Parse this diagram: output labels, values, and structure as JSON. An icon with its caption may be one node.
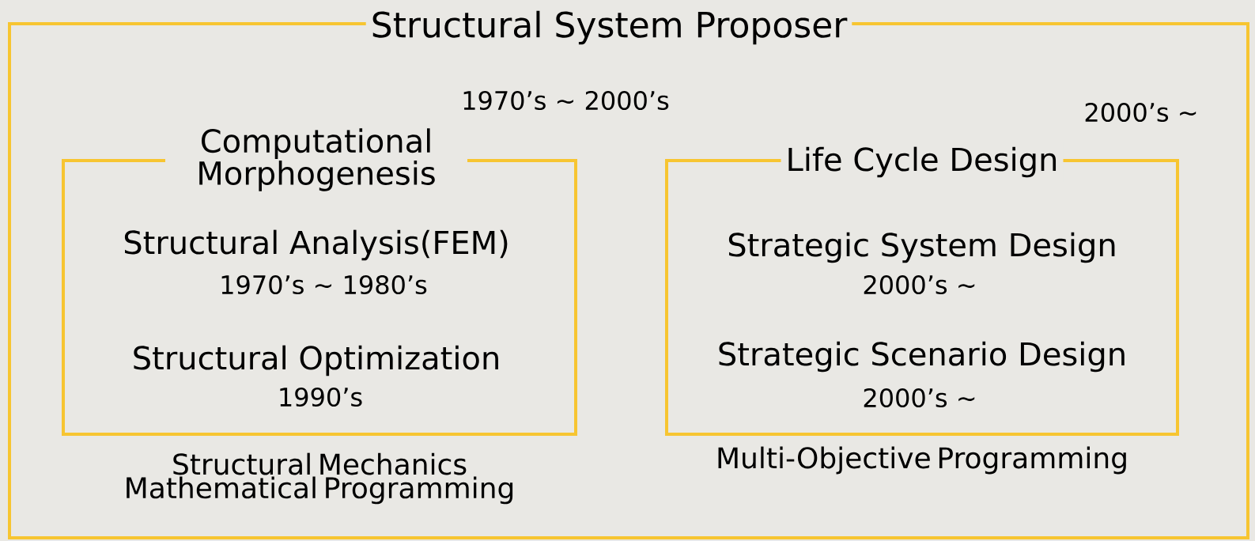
{
  "diagram": {
    "nodes": [
      {
        "text": [
          "Structural System Proposer"
        ]
      },
      {
        "text": [
          "Computational Morphogenesis",
          "Structural Analysis(FEM)",
          "1970’s ∼ 1980’s",
          "Structural Optimization",
          "1990’s"
        ],
        "in": 0,
        "beside": [
          "1970’s ∼ 2000’s",
          "Structural Mechanics Mathematical Programming"
        ]
      },
      {
        "text": [
          "Life Cycle Design",
          "Strategic System Design",
          "2000’s ∼",
          "Strategic Scenario Design",
          "2000’s ∼"
        ],
        "in": 0,
        "beside": [
          "2000’s ∼",
          "Multi-Objective Programming"
        ]
      }
    ]
  }
}
